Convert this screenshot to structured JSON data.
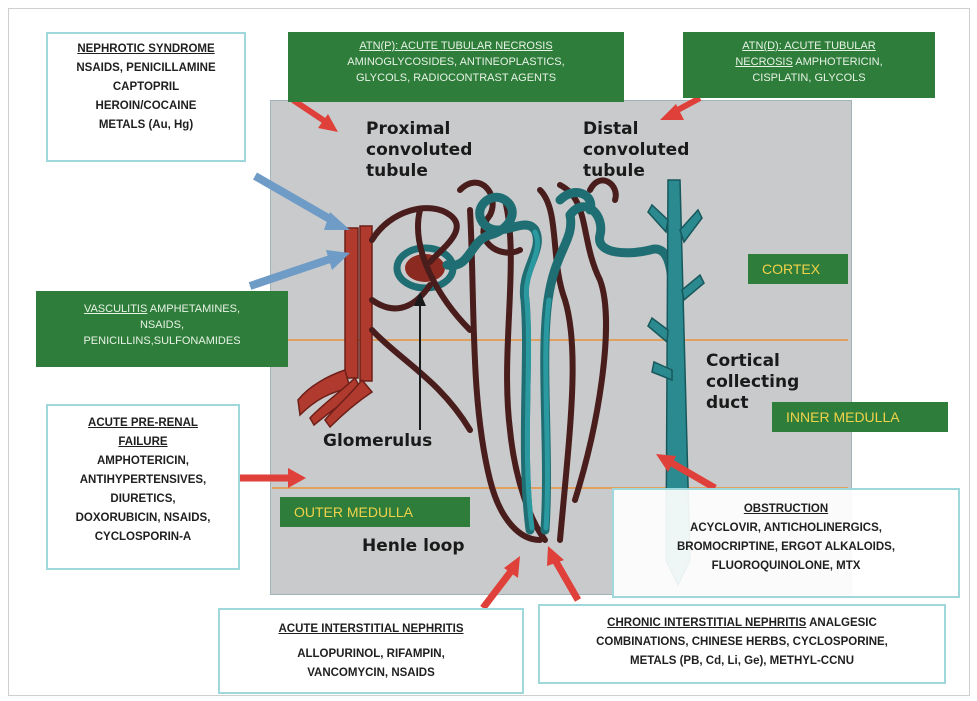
{
  "nephrotic": {
    "title": "NEPHROTIC SYNDROME",
    "lines": [
      "NSAIDS, PENICILLAMINE",
      "CAPTOPRIL",
      "HEROIN/COCAINE",
      "METALS (Au, Hg)"
    ]
  },
  "atn_p": {
    "title": "ATN(P): ACUTE TUBULAR NECROSIS",
    "lines": [
      "AMINOGLYCOSIDES, ANTINEOPLASTICS,",
      "GLYCOLS, RADIOCONTRAST AGENTS"
    ]
  },
  "atn_d": {
    "title": "ATN(D): ACUTE TUBULAR",
    "title2": "NECROSIS",
    "rest": "  AMPHOTERICIN,",
    "line2": "CISPLATIN, GLYCOLS"
  },
  "vasculitis": {
    "title": "VASCULITIS",
    "rest": "  AMPHETAMINES,",
    "lines": [
      "NSAIDS,",
      "PENICILLINS,SULFONAMIDES"
    ]
  },
  "prerenal": {
    "title1": "ACUTE PRE-RENAL",
    "title2": "FAILURE",
    "lines": [
      "AMPHOTERICIN,",
      "ANTIHYPERTENSIVES,",
      "DIURETICS,",
      "DOXORUBICIN, NSAIDS,",
      "CYCLOSPORIN-A"
    ]
  },
  "obstruction": {
    "title": "OBSTRUCTION",
    "lines": [
      "ACYCLOVIR, ANTICHOLINERGICS,",
      "BROMOCRIPTINE, ERGOT ALKALOIDS,",
      "FLUOROQUINOLONE, MTX"
    ]
  },
  "ain": {
    "title": "ACUTE  INTERSTITIAL NEPHRITIS",
    "lines": [
      "ALLOPURINOL, RIFAMPIN,",
      "VANCOMYCIN, NSAIDS"
    ]
  },
  "cin": {
    "title": "CHRONIC INTERSTITIAL NEPHRITIS",
    "rest": " ANALGESIC",
    "lines": [
      "COMBINATIONS, CHINESE HERBS, CYCLOSPORINE,",
      "METALS (PB, Cd, Li, Ge), METHYL-CCNU"
    ]
  },
  "zones": {
    "cortex": "CORTEX",
    "inner": "INNER MEDULLA",
    "outer": "OUTER MEDULLA"
  },
  "structures": {
    "pct": [
      "Proximal",
      "convoluted",
      "tubule"
    ],
    "dct": [
      "Distal",
      "convoluted",
      "tubule"
    ],
    "ccd": [
      "Cortical",
      "collecting",
      "duct"
    ],
    "glomerulus": "Glomerulus",
    "henle": "Henle loop"
  },
  "colors": {
    "panel": "#c9cacb",
    "green": "#2f7d3b",
    "zone_text": "#f0d24a",
    "artery": "#b03a2e",
    "capillary": "#4a1d1d",
    "tubule": "#2a8a8f",
    "arrow_red": "#e0403a",
    "arrow_blue": "#6f9bc7",
    "box_border": "#9ed7dc"
  },
  "icons": [
    "red-arrow-icon",
    "blue-arrow-icon"
  ]
}
